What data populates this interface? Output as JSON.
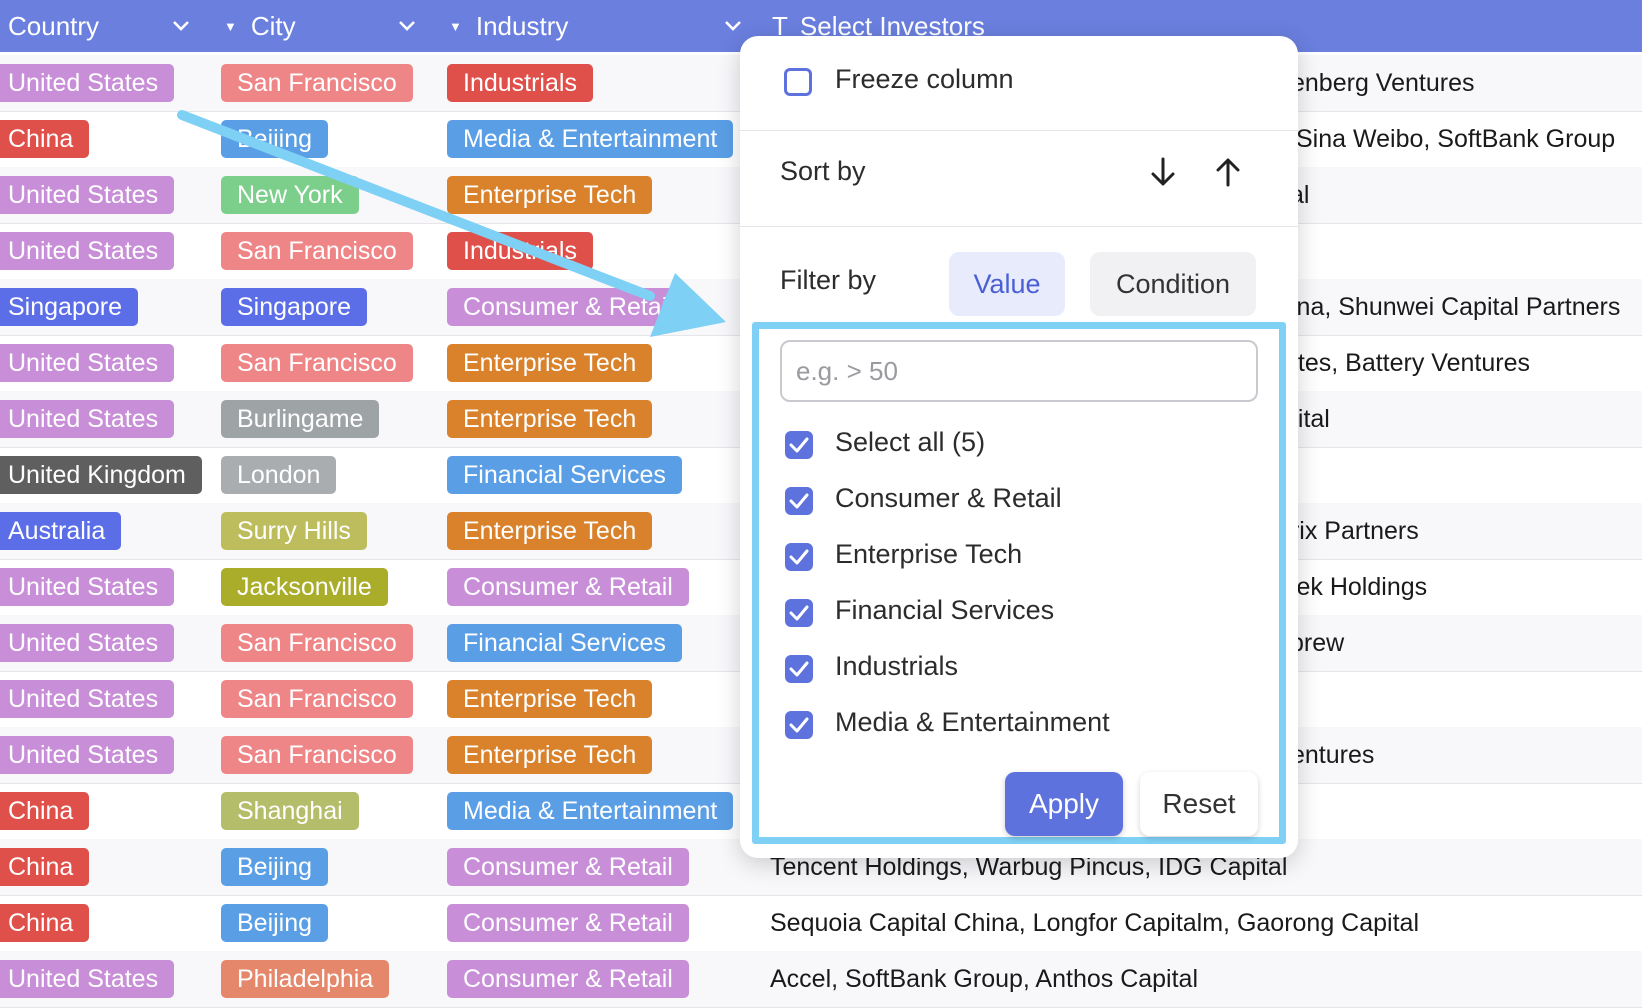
{
  "header": {
    "country": "Country",
    "city": "City",
    "industry": "Industry",
    "investors": "Select Investors"
  },
  "rows": [
    {
      "country": "United States",
      "country_color": "#c88fd8",
      "city": "San Francisco",
      "city_color": "#ee8587",
      "industry": "Industrials",
      "industry_color": "#e0504a",
      "investors": "enberg Ventures"
    },
    {
      "country": "China",
      "country_color": "#e0504a",
      "city": "Beijing",
      "city_color": "#5a9fe6",
      "industry": "Media & Entertainment",
      "industry_color": "#5a9fe6",
      "investors": "Sina Weibo, SoftBank Group"
    },
    {
      "country": "United States",
      "country_color": "#c88fd8",
      "city": "New York",
      "city_color": "#7bcf8a",
      "industry": "Enterprise Tech",
      "industry_color": "#d9822b",
      "investors": "tal"
    },
    {
      "country": "United States",
      "country_color": "#c88fd8",
      "city": "San Francisco",
      "city_color": "#ee8587",
      "industry": "Industrials",
      "industry_color": "#e0504a",
      "investors": ""
    },
    {
      "country": "Singapore",
      "country_color": "#5b6ee8",
      "city": "Singapore",
      "city_color": "#5b6ee8",
      "industry": "Consumer & Retail",
      "industry_color": "#c88fd8",
      "investors": "ina, Shunwei Capital Partners"
    },
    {
      "country": "United States",
      "country_color": "#c88fd8",
      "city": "San Francisco",
      "city_color": "#ee8587",
      "industry": "Enterprise Tech",
      "industry_color": "#d9822b",
      "investors": "ates, Battery Ventures"
    },
    {
      "country": "United States",
      "country_color": "#c88fd8",
      "city": "Burlingame",
      "city_color": "#9ea3a6",
      "industry": "Enterprise Tech",
      "industry_color": "#d9822b",
      "investors": "pital"
    },
    {
      "country": "United Kingdom",
      "country_color": "#5f5f5f",
      "city": "London",
      "city_color": "#a9adb0",
      "industry": "Financial Services",
      "industry_color": "#5a9fe6",
      "investors": ""
    },
    {
      "country": "Australia",
      "country_color": "#5b6ee8",
      "city": "Surry Hills",
      "city_color": "#bdbd5e",
      "industry": "Enterprise Tech",
      "industry_color": "#d9822b",
      "investors": "trix Partners"
    },
    {
      "country": "United States",
      "country_color": "#c88fd8",
      "city": "Jacksonville",
      "city_color": "#a9ad2a",
      "industry": "Consumer & Retail",
      "industry_color": "#c88fd8",
      "investors": "sek Holdings"
    },
    {
      "country": "United States",
      "country_color": "#c88fd8",
      "city": "San Francisco",
      "city_color": "#ee8587",
      "industry": "Financial Services",
      "industry_color": "#5a9fe6",
      "investors": "prew"
    },
    {
      "country": "United States",
      "country_color": "#c88fd8",
      "city": "San Francisco",
      "city_color": "#ee8587",
      "industry": "Enterprise Tech",
      "industry_color": "#d9822b",
      "investors": ""
    },
    {
      "country": "United States",
      "country_color": "#c88fd8",
      "city": "San Francisco",
      "city_color": "#ee8587",
      "industry": "Enterprise Tech",
      "industry_color": "#d9822b",
      "investors": "entures"
    },
    {
      "country": "China",
      "country_color": "#e0504a",
      "city": "Shanghai",
      "city_color": "#b4bd6a",
      "industry": "Media & Entertainment",
      "industry_color": "#5a9fe6",
      "investors": ""
    },
    {
      "country": "China",
      "country_color": "#e0504a",
      "city": "Beijing",
      "city_color": "#5a9fe6",
      "industry": "Consumer & Retail",
      "industry_color": "#c88fd8",
      "investors": "Tencent Holdings, Warbug Pincus, IDG Capital"
    },
    {
      "country": "China",
      "country_color": "#e0504a",
      "city": "Beijing",
      "city_color": "#5a9fe6",
      "industry": "Consumer & Retail",
      "industry_color": "#c88fd8",
      "investors": "Sequoia Capital China, Longfor Capitalm, Gaorong Capital"
    },
    {
      "country": "United States",
      "country_color": "#c88fd8",
      "city": "Philadelphia",
      "city_color": "#e5876a",
      "industry": "Consumer & Retail",
      "industry_color": "#c88fd8",
      "investors": "Accel, SoftBank Group, Anthos Capital"
    }
  ],
  "menu": {
    "freeze_label": "Freeze column",
    "sort_label": "Sort by",
    "filter_label": "Filter by",
    "value_tab": "Value",
    "condition_tab": "Condition",
    "search_placeholder": "e.g. > 50",
    "options": [
      "Select all (5)",
      "Consumer & Retail",
      "Enterprise Tech",
      "Financial Services",
      "Industrials",
      "Media & Entertainment"
    ],
    "apply_label": "Apply",
    "reset_label": "Reset"
  },
  "colors": {
    "header_bg": "#6a7fde",
    "accent": "#5d72dc",
    "highlight": "#7fd0f5",
    "arrow": "#7fd0f5"
  }
}
